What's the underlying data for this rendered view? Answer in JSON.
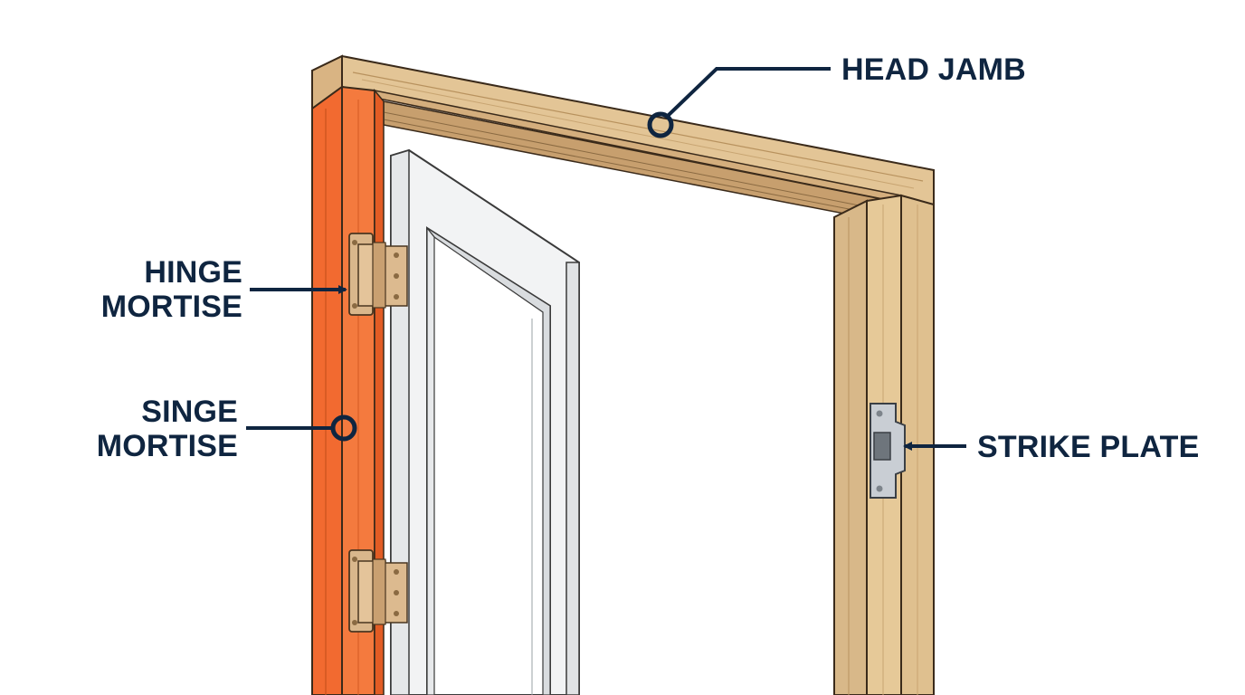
{
  "labels": {
    "head_jamb": "HEAD JAMB",
    "hinge_mortise": {
      "line1": "HINGE",
      "line2": "MORTISE"
    },
    "singe_mortise": {
      "line1": "SINGE",
      "line2": "MORTISE"
    },
    "strike_plate": "STRIKE PLATE"
  },
  "colors": {
    "label_text": "#0f2540",
    "hinge_jamb": "#f26a30",
    "wood": "#e3c596",
    "brass": "#d9b78c",
    "steel": "#c9ced4"
  }
}
